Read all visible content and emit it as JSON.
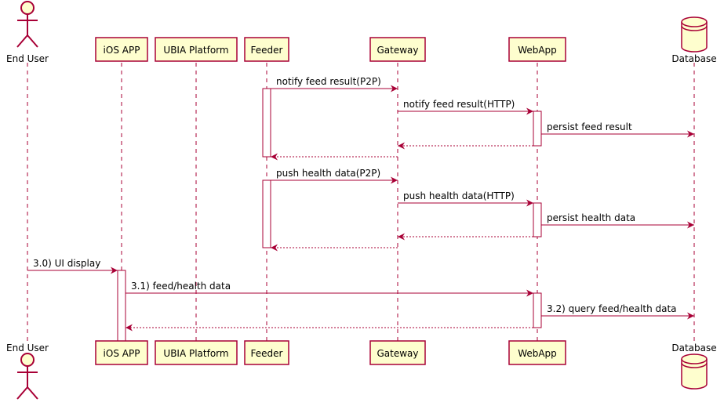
{
  "colors": {
    "participant_fill": "#FEFECE",
    "participant_stroke": "#A80036",
    "arrow": "#A80036",
    "lifeline": "#A80036",
    "activation_fill": "#FFFFFF",
    "database_fill": "#FEFECE"
  },
  "participants": [
    {
      "id": "end_user",
      "name": "End User",
      "kind": "actor"
    },
    {
      "id": "ios_app",
      "name": "iOS APP",
      "kind": "participant"
    },
    {
      "id": "ubia",
      "name": "UBIA Platform",
      "kind": "participant"
    },
    {
      "id": "feeder",
      "name": "Feeder",
      "kind": "participant"
    },
    {
      "id": "gateway",
      "name": "Gateway",
      "kind": "participant"
    },
    {
      "id": "webapp",
      "name": "WebApp",
      "kind": "participant"
    },
    {
      "id": "database",
      "name": "Database",
      "kind": "database"
    }
  ],
  "messages": [
    {
      "from": "feeder",
      "to": "gateway",
      "label": "notify feed result(P2P)",
      "style": "solid"
    },
    {
      "from": "gateway",
      "to": "webapp",
      "label": "notify feed result(HTTP)",
      "style": "solid"
    },
    {
      "from": "webapp",
      "to": "database",
      "label": "persist feed result",
      "style": "solid"
    },
    {
      "from": "webapp",
      "to": "gateway",
      "label": "",
      "style": "dashed"
    },
    {
      "from": "gateway",
      "to": "feeder",
      "label": "",
      "style": "dashed"
    },
    {
      "from": "feeder",
      "to": "gateway",
      "label": "push health data(P2P)",
      "style": "solid"
    },
    {
      "from": "gateway",
      "to": "webapp",
      "label": "push health data(HTTP)",
      "style": "solid"
    },
    {
      "from": "webapp",
      "to": "database",
      "label": "persist health data",
      "style": "solid"
    },
    {
      "from": "webapp",
      "to": "gateway",
      "label": "",
      "style": "dashed"
    },
    {
      "from": "gateway",
      "to": "feeder",
      "label": "",
      "style": "dashed"
    },
    {
      "from": "end_user",
      "to": "ios_app",
      "label": "3.0) UI display",
      "style": "solid"
    },
    {
      "from": "ios_app",
      "to": "webapp",
      "label": "3.1) feed/health data",
      "style": "solid"
    },
    {
      "from": "webapp",
      "to": "database",
      "label": "3.2) query feed/health data",
      "style": "solid"
    },
    {
      "from": "webapp",
      "to": "ios_app",
      "label": "",
      "style": "dashed"
    }
  ]
}
